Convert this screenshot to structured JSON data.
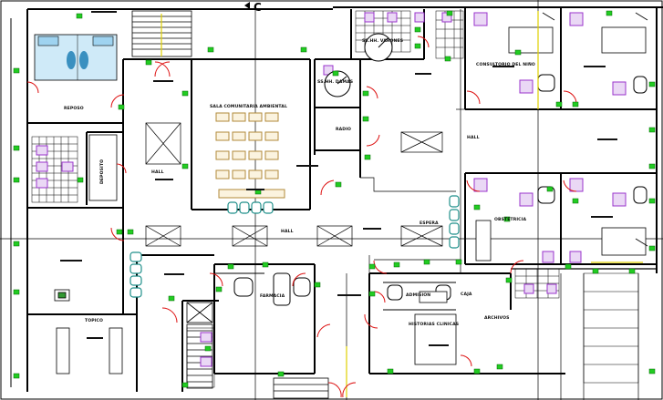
{
  "grid_marker": "C",
  "rooms": [
    {
      "key": "ssh_varones",
      "label": "SS.HH. VARONES"
    },
    {
      "key": "ssh_damas",
      "label": "SS.HH. DAMAS"
    },
    {
      "key": "sala_comunitaria",
      "label": "SALA COMUNITARIA AMBIENTAL"
    },
    {
      "key": "consultorio_nino",
      "label": "CONSULTORIO DEL NIÑO"
    },
    {
      "key": "reposo",
      "label": "REPOSO"
    },
    {
      "key": "deposito",
      "label": "DEPOSITO"
    },
    {
      "key": "hall_left",
      "label": "HALL"
    },
    {
      "key": "hall_center",
      "label": "HALL"
    },
    {
      "key": "hall_right",
      "label": "HALL"
    },
    {
      "key": "radio",
      "label": "RADIO"
    },
    {
      "key": "espera",
      "label": "ESPERA"
    },
    {
      "key": "obstetricia",
      "label": "OBSTETRICIA"
    },
    {
      "key": "farmacia",
      "label": "FARMACIA"
    },
    {
      "key": "admision",
      "label": "ADMISION"
    },
    {
      "key": "caja",
      "label": "CAJA"
    },
    {
      "key": "historias",
      "label": "HISTORIAS CLINICAS"
    },
    {
      "key": "archivos",
      "label": "ARCHIVOS"
    },
    {
      "key": "topico",
      "label": "TOPICO"
    }
  ],
  "colors": {
    "wall": "#000000",
    "outlet": "#22cc22",
    "door_arc": "#dd1111",
    "fixture": "#9933cc",
    "furniture": "#b08a3a",
    "seat_teal": "#1f8f8a",
    "accent_yellow": "#e0d000",
    "bed_blue": "#9fd3f0",
    "cabinet_green": "#339933"
  }
}
